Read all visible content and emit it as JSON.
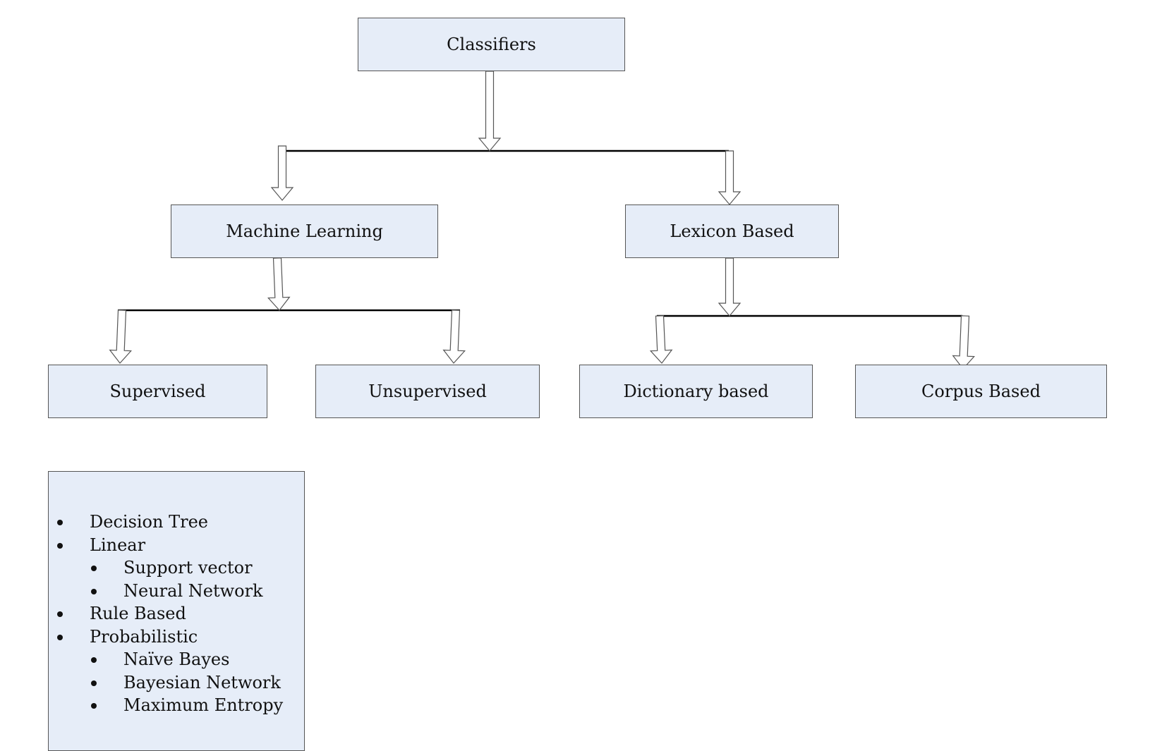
{
  "nodes": {
    "root": "Classifiers",
    "machine_learning": "Machine Learning",
    "lexicon_based": "Lexicon Based",
    "supervised": "Supervised",
    "unsupervised": "Unsupervised",
    "dictionary_based": "Dictionary based",
    "corpus_based": "Corpus Based"
  },
  "algorithm_list": [
    {
      "label": "Decision Tree",
      "level": 1
    },
    {
      "label": "Linear",
      "level": 1
    },
    {
      "label": "Support vector",
      "level": 2
    },
    {
      "label": "Neural Network",
      "level": 2
    },
    {
      "label": "Rule Based",
      "level": 1
    },
    {
      "label": "Probabilistic",
      "level": 1
    },
    {
      "label": "Naïve Bayes",
      "level": 2
    },
    {
      "label": "Bayesian Network",
      "level": 2
    },
    {
      "label": "Maximum Entropy",
      "level": 2
    }
  ],
  "colors": {
    "box_fill": "#e6edf8",
    "box_border": "#555555",
    "line": "#000000",
    "arrow_fill": "#ffffff",
    "arrow_stroke": "#555555"
  }
}
